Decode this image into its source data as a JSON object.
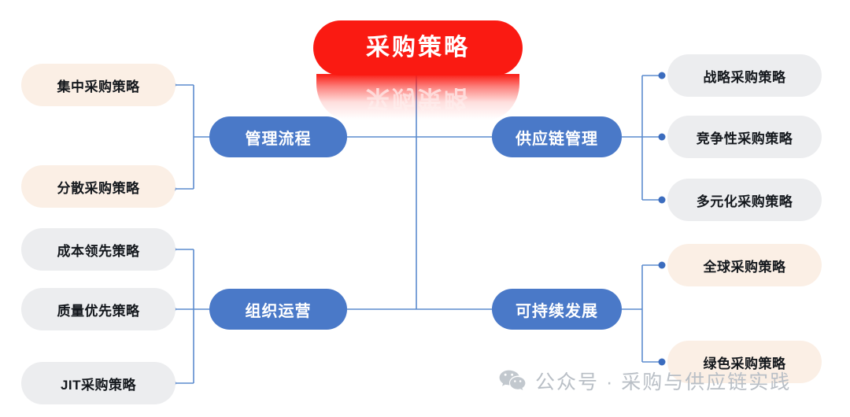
{
  "diagram": {
    "title": "采购策略",
    "root": {
      "label": "采购策略",
      "color": "#FA1A12",
      "text_color": "#FFFFFF"
    },
    "branch_color": "#4A79C8",
    "connector_color": "#5B8BCE",
    "leaf_peach_color": "#FBEFE5",
    "leaf_grey_color": "#ECEDEF",
    "branches": [
      {
        "label": "管理流程",
        "side": "left",
        "leaf_style": "peach",
        "leaves": [
          {
            "label": "集中采购策略"
          },
          {
            "label": "分散采购策略"
          }
        ]
      },
      {
        "label": "组织运营",
        "side": "left",
        "leaf_style": "grey",
        "leaves": [
          {
            "label": "成本领先策略"
          },
          {
            "label": "质量优先策略"
          },
          {
            "label": "JIT采购策略"
          }
        ]
      },
      {
        "label": "供应链管理",
        "side": "right",
        "leaf_style": "grey",
        "leaves": [
          {
            "label": "战略采购策略"
          },
          {
            "label": "竞争性采购策略"
          },
          {
            "label": "多元化采购策略"
          }
        ]
      },
      {
        "label": "可持续发展",
        "side": "right",
        "leaf_style": "peach",
        "leaves": [
          {
            "label": "全球采购策略"
          },
          {
            "label": "绿色采购策略"
          }
        ]
      }
    ]
  },
  "watermark": {
    "icon": "wechat-icon",
    "text": "公众号 · 采购与供应链实践",
    "color": "#B9BFC6"
  }
}
